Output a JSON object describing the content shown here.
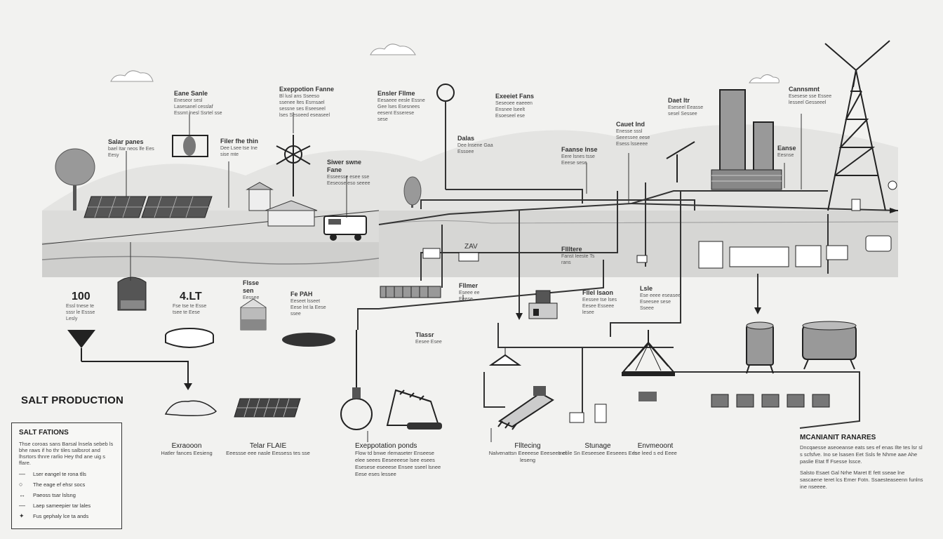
{
  "title": "SALT PRODUCTION",
  "legend": {
    "title": "SALT FATIONS",
    "description": "Thse coroas sans Barsal lnsela sebeb ls bhe raws if ho thr tiles salbsrot and lhsrtors thnre rarlio Hey thd ane uig s ffare.",
    "items": [
      {
        "symbol": "—",
        "label": "Lser eangel te rona tlls"
      },
      {
        "symbol": "○",
        "label": "The eage ef ehsr socs"
      },
      {
        "symbol": "↔",
        "label": "Paeoss tsar lslsng"
      },
      {
        "symbol": "—",
        "label": "Laep sameepier tar lales"
      },
      {
        "symbol": "✦",
        "label": "Fus gephaly lce ta ands"
      }
    ]
  },
  "mechanical": {
    "title": "MCANIANIT RANARES",
    "description": "Dncqaesse aseoeanse eats ses ef enas Ilte tes lsr sl s scfsfve. Ino se lsasen Eet Ssls fe Nhme aae Ahe paslie Etat ff Fsesse lssce.",
    "extra": "Salsto Esaet Gal Nrhe Maret E fett sseae lne sascaene teret lcs Emer Fotn. Ssaesteaseenn funlns ine nseeee."
  },
  "top_labels": [
    {
      "head": "Eane Sanle",
      "sub": "Eneseor sesl Lasesanel cesslaf Essmt lnesl Ssrtel sse"
    },
    {
      "head": "Exeppotion Fanne",
      "sub": "Bl lusl ans Sseeso ssenee ltes Esrnsael sessne ses Eseeseel lses Sesoeed eseaseel"
    },
    {
      "head": "Ensler Fllme",
      "sub": "Eesaeee eesle Essne Gee lses Esesnees eesent Esserese sese"
    },
    {
      "head": "Exeeiet Fans",
      "sub": "Seseoee eaeeen Ensnee lseelt Esoeseel ese"
    },
    {
      "head": "Cauet Ind",
      "sub": "Enesse sssl Seeessee eese Esess lsseeee"
    },
    {
      "head": "Daet ltr",
      "sub": "Eseseel Eeasse sesel Sessee"
    },
    {
      "head": "Cannsmnt",
      "sub": "Esesese sse Essee lesseel Gesseeel"
    }
  ],
  "mid_labels": [
    {
      "head": "Salar panes",
      "sub": "bael Itar neos lfe Ees Eesy"
    },
    {
      "head": "Filer fhe thin",
      "sub": "Dee Lsee tse Ine sise mte"
    },
    {
      "head": "Siwer swne Fane",
      "sub": "Esseesse esee sse Eeseose eso seeee"
    },
    {
      "head": "Dalas",
      "sub": "Dee lnsene Gaa Essoee"
    },
    {
      "head": "Faanse lnse",
      "sub": "Eere lsnes tsse Eeese sese"
    },
    {
      "head": "Eanse",
      "sub": "Eesnse"
    }
  ],
  "stage_values": [
    {
      "value": "100",
      "sub": "Essl tnese te sssr le Essse Lesly"
    },
    {
      "value": "4.LT",
      "sub": "Fse tse te Esse tsee te Eese"
    },
    {
      "value": "ZAV",
      "sub": ""
    }
  ],
  "process_labels": [
    {
      "head": "Flsse sen",
      "sub": "Eessee"
    },
    {
      "head": "Fe PAH",
      "sub": "Eeseet lsseet Eese lnt la Eese ssee"
    },
    {
      "head": "Fllltere",
      "sub": "Fanst Ieeste Ts rans"
    },
    {
      "head": "Fllmer",
      "sub": "Eseee ee Eeese"
    },
    {
      "head": "Tlassr",
      "sub": "Eesee Esee"
    },
    {
      "head": "Fllel lsaon",
      "sub": "Eessee tse lses Eesee Esseee lesee"
    },
    {
      "head": "Lsle",
      "sub": "Ese eeee eseasee Eseesee sese Sseee"
    }
  ],
  "steps": [
    {
      "head": "Exraooon",
      "sub": "Hatler fances Eesieng"
    },
    {
      "head": "Telar FLAIE",
      "sub": "Eeessse eee nasle Eessess tes sse"
    },
    {
      "head": "Exeppotation ponds",
      "sub": "Flow td bnwe rlemaseter Enseese elee seees Eeseeeese lsee esees Esesese eseeese Ensee sseel lsnee Eese eses lessee"
    },
    {
      "head": "Flltecing",
      "sub": "Nalvenattsn Eeeeese Eeesees el leseng"
    },
    {
      "head": "Stunage",
      "sub": "Inetile Sn Eeseesee Eeseees Ees"
    },
    {
      "head": "Envmeoont",
      "sub": "lse leed s ed Eeee"
    }
  ],
  "colors": {
    "ink": "#222222",
    "fill": "#9a9a9a",
    "ground": "#d4d4d2",
    "paper": "#f2f2f0"
  }
}
